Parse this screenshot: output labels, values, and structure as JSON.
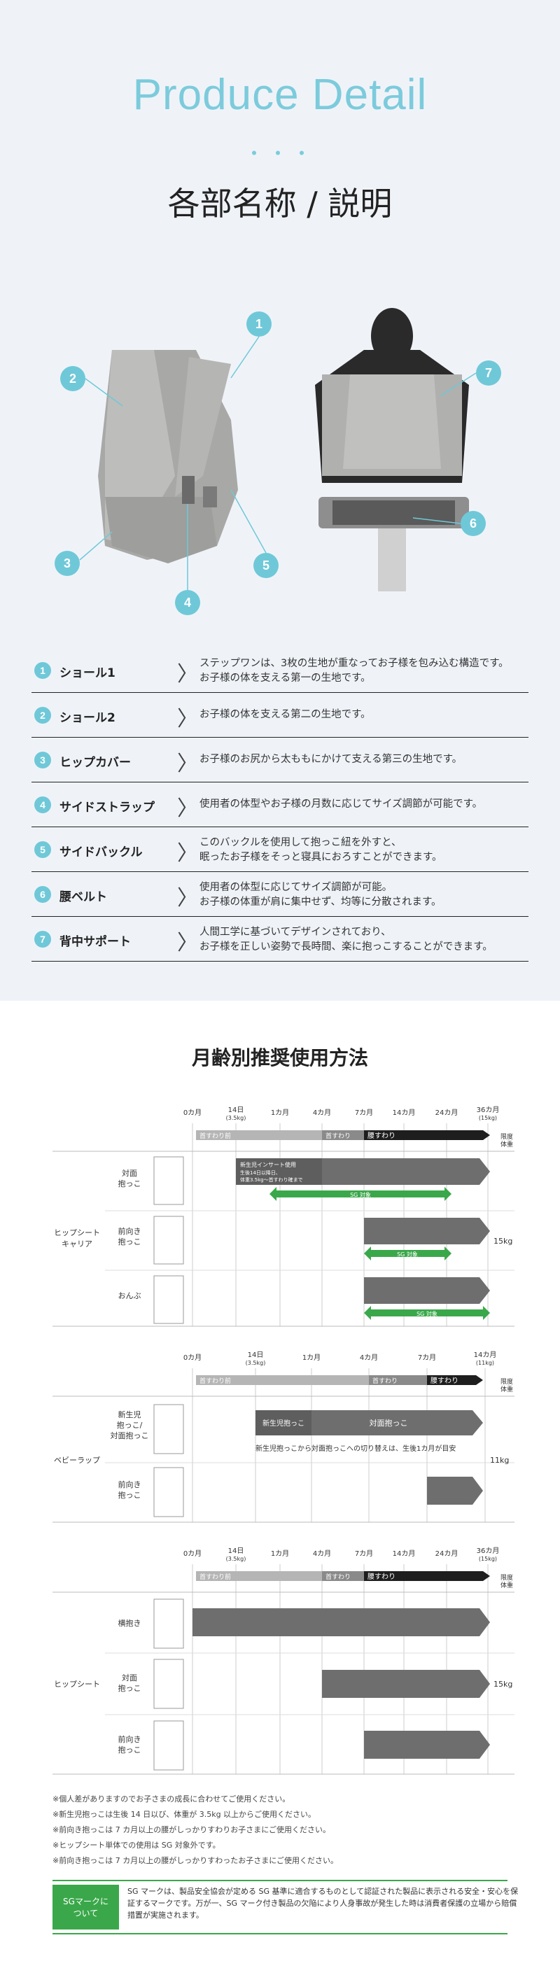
{
  "header": {
    "title": "Produce Detail",
    "dots": "・・・",
    "subtitle": "各部名称 / 説明"
  },
  "callouts": [
    "1",
    "2",
    "3",
    "4",
    "5",
    "6",
    "7"
  ],
  "parts": [
    {
      "num": "1",
      "name": "ショール1",
      "desc": "ステップワンは、3枚の生地が重なってお子様を包み込む構造です。\nお子様の体を支える第一の生地です。"
    },
    {
      "num": "2",
      "name": "ショール2",
      "desc": "お子様の体を支える第二の生地です。"
    },
    {
      "num": "3",
      "name": "ヒップカバー",
      "desc": "お子様のお尻から太ももにかけて支える第三の生地です。"
    },
    {
      "num": "4",
      "name": "サイドストラップ",
      "desc": "使用者の体型やお子様の月数に応じてサイズ調節が可能です。"
    },
    {
      "num": "5",
      "name": "サイドバックル",
      "desc": "このバックルを使用して抱っこ紐を外すと、\n眠ったお子様をそっと寝具におろすことができます。"
    },
    {
      "num": "6",
      "name": "腰ベルト",
      "desc": "使用者の体型に応じてサイズ調節が可能。\nお子様の体重が肩に集中せず、均等に分散されます。"
    },
    {
      "num": "7",
      "name": "背中サポート",
      "desc": "人間工学に基づいてデザインされており、\nお子様を正しい姿勢で長時間、楽に抱っこすることができます。"
    }
  ],
  "usage": {
    "title": "月齢別推奨使用方法",
    "table1": {
      "ticks": [
        "0カ月",
        "14日",
        "(3.5kg)",
        "1カ月",
        "4カ月",
        "7カ月",
        "14カ月",
        "24カ月",
        "36カ月",
        "(15kg)"
      ],
      "limit": "限度\n体重",
      "phases": [
        "首すわり前",
        "首すわり",
        "腰すわり"
      ],
      "group": "ヒップシート\nキャリア",
      "rows": [
        {
          "label": "対面\n抱っこ"
        },
        {
          "label": "前向き\n抱っこ"
        },
        {
          "label": "おんぶ"
        }
      ],
      "insert_note": "新生児インサート使用\n生後14日以降日、\n体重3.5kg～首すわり確まで",
      "sg": "SG 対象",
      "weight": "15kg"
    },
    "table2": {
      "ticks": [
        "0カ月",
        "14日",
        "(3.5kg)",
        "1カ月",
        "4カ月",
        "7カ月",
        "14カ月",
        "(11kg)"
      ],
      "limit": "限度\n体重",
      "phases": [
        "首すわり前",
        "首すわり",
        "腰すわり"
      ],
      "group": "ベビーラップ",
      "rows": [
        {
          "label": "新生児\n抱っこ/\n対面抱っこ"
        },
        {
          "label": "前向き\n抱っこ"
        }
      ],
      "bar1": "新生児抱っこ",
      "bar2": "対面抱っこ",
      "switch_note": "新生児抱っこから対面抱っこへの切り替えは、生後1カ月が目安",
      "weight": "11kg"
    },
    "table3": {
      "ticks": [
        "0カ月",
        "14日",
        "(3.5kg)",
        "1カ月",
        "4カ月",
        "7カ月",
        "14カ月",
        "24カ月",
        "36カ月",
        "(15kg)"
      ],
      "limit": "限度\n体重",
      "phases": [
        "首すわり前",
        "首すわり",
        "腰すわり"
      ],
      "group": "ヒップシート",
      "rows": [
        {
          "label": "横抱き"
        },
        {
          "label": "対面\n抱っこ"
        },
        {
          "label": "前向き\n抱っこ"
        }
      ],
      "weight": "15kg"
    },
    "notes": [
      "※個人差がありますのでお子さまの成長に合わせてご使用ください。",
      "※新生児抱っこは生後 14 日以び、体重が 3.5kg 以上からご使用ください。",
      "※前向き抱っこは 7 カ月以上の腰がしっかりすわりお子さまにご使用ください。",
      "※ヒップシート単体での使用は SG 対象外です。",
      "※前向き抱っこは 7 カ月以上の腰がしっかりすわったお子さまにご使用ください。"
    ],
    "sg_label": "SGマークに\nついて",
    "sg_text": "SG マークは、製品安全協会が定める SG 基準に適合するものとして認証された製品に表示される安全・安心を保証するマークです。万が一、SG マーク付き製品の欠陥により人身事故が発生した時は消費者保護の立場から賠償措置が実施されます。"
  },
  "colors": {
    "accent": "#7ccbdc",
    "callout": "#6fc8d8",
    "sg_green": "#3aa84a",
    "bar_gray": "#6e6e6e",
    "bar_dark": "#1e1e1e"
  }
}
